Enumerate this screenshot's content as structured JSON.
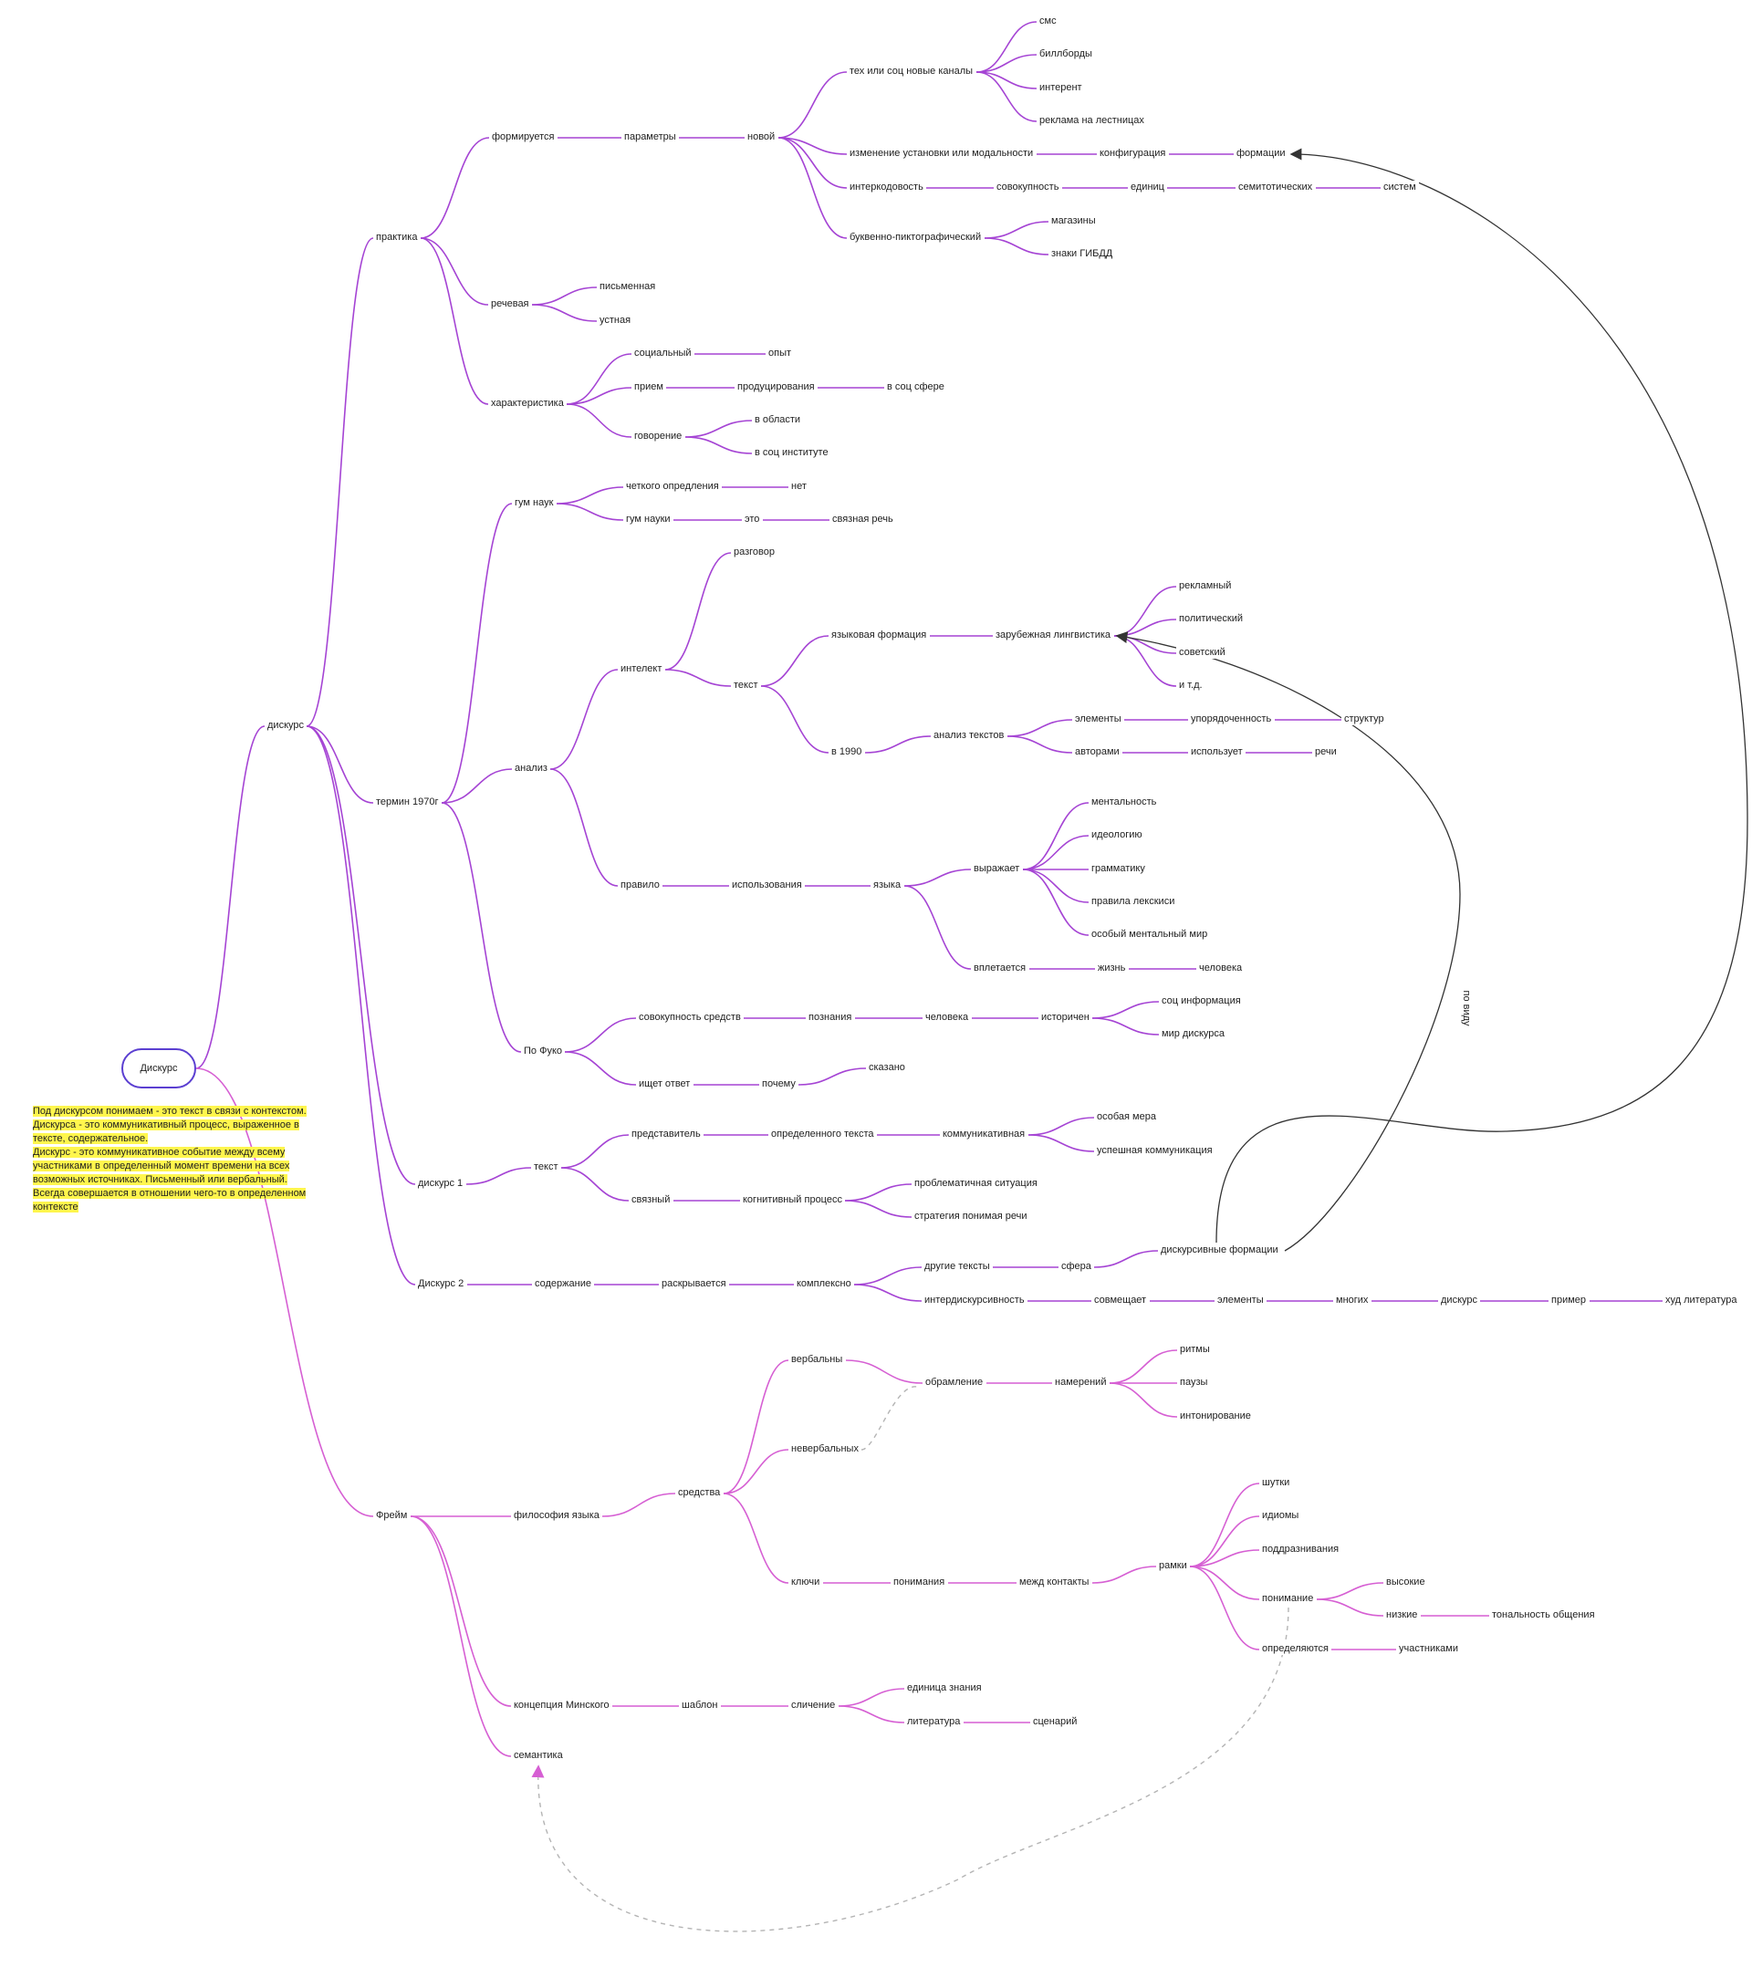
{
  "colors": {
    "discourse_branch": "#a544d4",
    "frame_branch": "#d65fd3",
    "root_border": "#5b3fd1",
    "note_highlight": "#fff64d",
    "connector": "#333333",
    "dashed_connector": "#b4b4b4"
  },
  "root": {
    "label": "Дискурс"
  },
  "note": {
    "lines": [
      "Под дискурсом понимаем - это текст в связи с контекстом.",
      "Дискурса - это коммуникативный процесс, выраженное в",
      "тексте, содержательное.",
      "Дискурс - это коммуникативное событие между всему",
      "участниками в определенный момент времени на всех",
      "возможных источниках. Письменный или вербальный.",
      "Всегда совершается в отношении чего-то в определенном",
      "контексте"
    ]
  },
  "nodes": [
    {
      "id": "diskurs",
      "label": "дискурс",
      "parent": "root",
      "branch": "d"
    },
    {
      "id": "praktika",
      "label": "практика",
      "parent": "diskurs",
      "branch": "d"
    },
    {
      "id": "formiruetsya",
      "label": "формируется",
      "parent": "praktika",
      "branch": "d"
    },
    {
      "id": "parametry",
      "label": "параметры",
      "parent": "formiruetsya",
      "branch": "d"
    },
    {
      "id": "novoy",
      "label": "новой",
      "parent": "parametry",
      "branch": "d"
    },
    {
      "id": "teh",
      "label": "тех или соц новые каналы",
      "parent": "novoy",
      "branch": "d"
    },
    {
      "id": "sms",
      "label": "смс",
      "parent": "teh",
      "branch": "d"
    },
    {
      "id": "billbordy",
      "label": "биллборды",
      "parent": "teh",
      "branch": "d"
    },
    {
      "id": "interent",
      "label": "интерент",
      "parent": "teh",
      "branch": "d"
    },
    {
      "id": "reklama_lest",
      "label": "реклама на лестницах",
      "parent": "teh",
      "branch": "d"
    },
    {
      "id": "izmenenie",
      "label": "изменение установки или модальности",
      "parent": "novoy",
      "branch": "d"
    },
    {
      "id": "konfiguraciya",
      "label": "конфигурация",
      "parent": "izmenenie",
      "branch": "d"
    },
    {
      "id": "formacii",
      "label": "формации",
      "parent": "konfiguraciya",
      "branch": "d"
    },
    {
      "id": "interkod",
      "label": "интеркодовость",
      "parent": "novoy",
      "branch": "d"
    },
    {
      "id": "sovokupnost1",
      "label": "совокупность",
      "parent": "interkod",
      "branch": "d"
    },
    {
      "id": "edinic",
      "label": "единиц",
      "parent": "sovokupnost1",
      "branch": "d"
    },
    {
      "id": "semiot",
      "label": "семитотических",
      "parent": "edinic",
      "branch": "d"
    },
    {
      "id": "sistem",
      "label": "систем",
      "parent": "semiot",
      "branch": "d"
    },
    {
      "id": "bukvenno",
      "label": "буквенно-пиктографический",
      "parent": "novoy",
      "branch": "d"
    },
    {
      "id": "magaziny",
      "label": "магазины",
      "parent": "bukvenno",
      "branch": "d"
    },
    {
      "id": "znaki",
      "label": "знаки ГИБДД",
      "parent": "bukvenno",
      "branch": "d"
    },
    {
      "id": "rechevaya",
      "label": "речевая",
      "parent": "praktika",
      "branch": "d"
    },
    {
      "id": "pismennaya",
      "label": "письменная",
      "parent": "rechevaya",
      "branch": "d"
    },
    {
      "id": "ustnaya",
      "label": "устная",
      "parent": "rechevaya",
      "branch": "d"
    },
    {
      "id": "harakter",
      "label": "характеристика",
      "parent": "praktika",
      "branch": "d"
    },
    {
      "id": "socialnyy",
      "label": "социальный",
      "parent": "harakter",
      "branch": "d"
    },
    {
      "id": "opyt",
      "label": "опыт",
      "parent": "socialnyy",
      "branch": "d"
    },
    {
      "id": "priem",
      "label": "прием",
      "parent": "harakter",
      "branch": "d"
    },
    {
      "id": "produc",
      "label": "продуцирования",
      "parent": "priem",
      "branch": "d"
    },
    {
      "id": "vsocsfere",
      "label": "в соц сфере",
      "parent": "produc",
      "branch": "d"
    },
    {
      "id": "govorenie",
      "label": "говорение",
      "parent": "harakter",
      "branch": "d"
    },
    {
      "id": "voblasti",
      "label": "в области",
      "parent": "govorenie",
      "branch": "d"
    },
    {
      "id": "vsocinst",
      "label": "в соц институте",
      "parent": "govorenie",
      "branch": "d"
    },
    {
      "id": "termin",
      "label": "термин 1970г",
      "parent": "diskurs",
      "branch": "d"
    },
    {
      "id": "gumnauk",
      "label": "гум наук",
      "parent": "termin",
      "branch": "d"
    },
    {
      "id": "chetkogo",
      "label": "четкого опредления",
      "parent": "gumnauk",
      "branch": "d"
    },
    {
      "id": "net",
      "label": "нет",
      "parent": "chetkogo",
      "branch": "d"
    },
    {
      "id": "gumnauki",
      "label": "гум науки",
      "parent": "gumnauk",
      "branch": "d"
    },
    {
      "id": "eto",
      "label": "это",
      "parent": "gumnauki",
      "branch": "d"
    },
    {
      "id": "svyaznaya",
      "label": "связная речь",
      "parent": "eto",
      "branch": "d"
    },
    {
      "id": "analiz",
      "label": "анализ",
      "parent": "termin",
      "branch": "d"
    },
    {
      "id": "intelekt",
      "label": "интелект",
      "parent": "analiz",
      "branch": "d"
    },
    {
      "id": "razgovor",
      "label": "разговор",
      "parent": "intelekt",
      "branch": "d"
    },
    {
      "id": "tekst_a",
      "label": "текст",
      "parent": "intelekt",
      "branch": "d"
    },
    {
      "id": "yazform",
      "label": "языковая формация",
      "parent": "tekst_a",
      "branch": "d"
    },
    {
      "id": "zarub",
      "label": "зарубежная лингвистика",
      "parent": "yazform",
      "branch": "d"
    },
    {
      "id": "reklamnyy",
      "label": "рекламный",
      "parent": "zarub",
      "branch": "d"
    },
    {
      "id": "politicheskiy",
      "label": "политический",
      "parent": "zarub",
      "branch": "d"
    },
    {
      "id": "sovetskiy",
      "label": "советский",
      "parent": "zarub",
      "branch": "d"
    },
    {
      "id": "itd",
      "label": "и т.д.",
      "parent": "zarub",
      "branch": "d"
    },
    {
      "id": "v1990",
      "label": "в 1990",
      "parent": "tekst_a",
      "branch": "d"
    },
    {
      "id": "analiztek",
      "label": "анализ текстов",
      "parent": "v1990",
      "branch": "d"
    },
    {
      "id": "elementy1",
      "label": "элементы",
      "parent": "analiztek",
      "branch": "d"
    },
    {
      "id": "uporyad",
      "label": "упорядоченность",
      "parent": "elementy1",
      "branch": "d"
    },
    {
      "id": "struktur",
      "label": "структур",
      "parent": "uporyad",
      "branch": "d"
    },
    {
      "id": "avtorami",
      "label": "авторами",
      "parent": "analiztek",
      "branch": "d"
    },
    {
      "id": "ispolzuet",
      "label": "использует",
      "parent": "avtorami",
      "branch": "d"
    },
    {
      "id": "rechi",
      "label": "речи",
      "parent": "ispolzuet",
      "branch": "d"
    },
    {
      "id": "pravilo",
      "label": "правило",
      "parent": "analiz",
      "branch": "d"
    },
    {
      "id": "ispolz",
      "label": "использования",
      "parent": "pravilo",
      "branch": "d"
    },
    {
      "id": "yazyka",
      "label": "языка",
      "parent": "ispolz",
      "branch": "d"
    },
    {
      "id": "vyrazhaet",
      "label": "выражает",
      "parent": "yazyka",
      "branch": "d"
    },
    {
      "id": "mentalnost",
      "label": "ментальность",
      "parent": "vyrazhaet",
      "branch": "d"
    },
    {
      "id": "ideologiyu",
      "label": "идеологию",
      "parent": "vyrazhaet",
      "branch": "d"
    },
    {
      "id": "grammatiku",
      "label": "грамматику",
      "parent": "vyrazhaet",
      "branch": "d"
    },
    {
      "id": "pravila",
      "label": "правила лекскиси",
      "parent": "vyrazhaet",
      "branch": "d"
    },
    {
      "id": "osobyy",
      "label": "особый ментальный мир",
      "parent": "vyrazhaet",
      "branch": "d"
    },
    {
      "id": "vpletaetsya",
      "label": "вплетается",
      "parent": "yazyka",
      "branch": "d"
    },
    {
      "id": "zhizn",
      "label": "жизнь",
      "parent": "vpletaetsya",
      "branch": "d"
    },
    {
      "id": "cheloveka1",
      "label": "человека",
      "parent": "zhizn",
      "branch": "d"
    },
    {
      "id": "pofuko",
      "label": "По Фуко",
      "parent": "termin",
      "branch": "d"
    },
    {
      "id": "sovsredstv",
      "label": "совокупность средств",
      "parent": "pofuko",
      "branch": "d"
    },
    {
      "id": "poznaniya",
      "label": "познания",
      "parent": "sovsredstv",
      "branch": "d"
    },
    {
      "id": "cheloveka2",
      "label": "человека",
      "parent": "poznaniya",
      "branch": "d"
    },
    {
      "id": "istorichen",
      "label": "историчен",
      "parent": "cheloveka2",
      "branch": "d"
    },
    {
      "id": "socinfo",
      "label": "соц информация",
      "parent": "istorichen",
      "branch": "d"
    },
    {
      "id": "mirdisk",
      "label": "мир дискурса",
      "parent": "istorichen",
      "branch": "d"
    },
    {
      "id": "ishchet",
      "label": "ищет ответ",
      "parent": "pofuko",
      "branch": "d"
    },
    {
      "id": "pochemu",
      "label": "почему",
      "parent": "ishchet",
      "branch": "d"
    },
    {
      "id": "skazano",
      "label": "сказано",
      "parent": "pochemu",
      "branch": "d"
    },
    {
      "id": "diskurs1",
      "label": "дискурс 1",
      "parent": "diskurs",
      "branch": "d"
    },
    {
      "id": "tekst_d1",
      "label": "текст",
      "parent": "diskurs1",
      "branch": "d"
    },
    {
      "id": "predstavitel",
      "label": "представитель",
      "parent": "tekst_d1",
      "branch": "d"
    },
    {
      "id": "opredtek",
      "label": "определенного текста",
      "parent": "predstavitel",
      "branch": "d"
    },
    {
      "id": "kommunik",
      "label": "коммуникативная",
      "parent": "opredtek",
      "branch": "d"
    },
    {
      "id": "osobmera",
      "label": "особая мера",
      "parent": "kommunik",
      "branch": "d"
    },
    {
      "id": "uspkom",
      "label": "успешная коммуникация",
      "parent": "kommunik",
      "branch": "d"
    },
    {
      "id": "svyaznyy",
      "label": "связный",
      "parent": "tekst_d1",
      "branch": "d"
    },
    {
      "id": "kognit",
      "label": "когнитивный процесс",
      "parent": "svyaznyy",
      "branch": "d"
    },
    {
      "id": "problem",
      "label": "проблематичная ситуация",
      "parent": "kognit",
      "branch": "d"
    },
    {
      "id": "strategiya",
      "label": "стратегия понимая речи",
      "parent": "kognit",
      "branch": "d"
    },
    {
      "id": "diskurs2",
      "label": "Дискурс 2",
      "parent": "diskurs",
      "branch": "d"
    },
    {
      "id": "soderzhanie",
      "label": "содержание",
      "parent": "diskurs2",
      "branch": "d"
    },
    {
      "id": "raskryv",
      "label": "раскрывается",
      "parent": "soderzhanie",
      "branch": "d"
    },
    {
      "id": "kompleksno",
      "label": "комплексно",
      "parent": "raskryv",
      "branch": "d"
    },
    {
      "id": "drugie",
      "label": "другие тексты",
      "parent": "kompleksno",
      "branch": "d"
    },
    {
      "id": "sfera",
      "label": "сфера",
      "parent": "drugie",
      "branch": "d"
    },
    {
      "id": "diskform",
      "label": "дискурсивные формации",
      "parent": "sfera",
      "branch": "d"
    },
    {
      "id": "interdisk",
      "label": "интердискурсивность",
      "parent": "kompleksno",
      "branch": "d"
    },
    {
      "id": "sovmeshchaet",
      "label": "совмещает",
      "parent": "interdisk",
      "branch": "d"
    },
    {
      "id": "elementy2",
      "label": "элементы",
      "parent": "sovmeshchaet",
      "branch": "d"
    },
    {
      "id": "mnogih",
      "label": "многих",
      "parent": "elementy2",
      "branch": "d"
    },
    {
      "id": "diskurs_m",
      "label": "дискурс",
      "parent": "mnogih",
      "branch": "d"
    },
    {
      "id": "primer",
      "label": "пример",
      "parent": "diskurs_m",
      "branch": "d"
    },
    {
      "id": "hud",
      "label": "худ литература",
      "parent": "primer",
      "branch": "d"
    },
    {
      "id": "freym",
      "label": "Фрейм",
      "parent": "root",
      "branch": "f"
    },
    {
      "id": "filosof",
      "label": "философия языка",
      "parent": "freym",
      "branch": "f"
    },
    {
      "id": "sredstva",
      "label": "средства",
      "parent": "filosof",
      "branch": "f"
    },
    {
      "id": "verbalnye",
      "label": "вербальны",
      "parent": "sredstva",
      "branch": "f"
    },
    {
      "id": "obramlenie",
      "label": "обрамление",
      "parent": "verbalnye",
      "branch": "f"
    },
    {
      "id": "namereniy",
      "label": "намерений",
      "parent": "obramlenie",
      "branch": "f"
    },
    {
      "id": "ritmy",
      "label": "ритмы",
      "parent": "namereniy",
      "branch": "f"
    },
    {
      "id": "pauzy",
      "label": "паузы",
      "parent": "namereniy",
      "branch": "f"
    },
    {
      "id": "intonir",
      "label": "интонирование",
      "parent": "namereniy",
      "branch": "f"
    },
    {
      "id": "neverbal",
      "label": "невербальных",
      "parent": "sredstva",
      "branch": "f"
    },
    {
      "id": "klyuchi",
      "label": "ключи",
      "parent": "sredstva",
      "branch": "f"
    },
    {
      "id": "ponimaniya",
      "label": "понимания",
      "parent": "klyuchi",
      "branch": "f"
    },
    {
      "id": "mezhkont",
      "label": "межд контакты",
      "parent": "ponimaniya",
      "branch": "f"
    },
    {
      "id": "ramki",
      "label": "рамки",
      "parent": "mezhkont",
      "branch": "f"
    },
    {
      "id": "shutki",
      "label": "шутки",
      "parent": "ramki",
      "branch": "f"
    },
    {
      "id": "idiomy",
      "label": "идиомы",
      "parent": "ramki",
      "branch": "f"
    },
    {
      "id": "podrazn",
      "label": "поддразнивания",
      "parent": "ramki",
      "branch": "f"
    },
    {
      "id": "ponimanie",
      "label": "понимание",
      "parent": "ramki",
      "branch": "f"
    },
    {
      "id": "vysokie",
      "label": "высокие",
      "parent": "ponimanie",
      "branch": "f"
    },
    {
      "id": "nizkie",
      "label": "низкие",
      "parent": "ponimanie",
      "branch": "f"
    },
    {
      "id": "tonalnost",
      "label": "тональность общения",
      "parent": "nizkie",
      "branch": "f"
    },
    {
      "id": "opredelyay",
      "label": "определяются",
      "parent": "ramki",
      "branch": "f"
    },
    {
      "id": "uchastn",
      "label": "участниками",
      "parent": "opredelyay",
      "branch": "f"
    },
    {
      "id": "konc",
      "label": "концепция Минского",
      "parent": "freym",
      "branch": "f"
    },
    {
      "id": "shablon",
      "label": "шаблон",
      "parent": "konc",
      "branch": "f"
    },
    {
      "id": "slichenie",
      "label": "сличение",
      "parent": "shablon",
      "branch": "f"
    },
    {
      "id": "edznan",
      "label": "единица знания",
      "parent": "slichenie",
      "branch": "f"
    },
    {
      "id": "literatura",
      "label": "литература",
      "parent": "slichenie",
      "branch": "f"
    },
    {
      "id": "scenariy",
      "label": "сценарий",
      "parent": "literatura",
      "branch": "f"
    },
    {
      "id": "semantika",
      "label": "семантика",
      "parent": "freym",
      "branch": "f"
    }
  ],
  "cross_links": [
    {
      "from": "diskform",
      "to": "formacii",
      "style": "solid",
      "label": ""
    },
    {
      "from": "diskform",
      "to": "zarub",
      "style": "solid",
      "label": "по виду"
    },
    {
      "from": "neverbal",
      "to": "obramlenie",
      "style": "dashed",
      "label": ""
    },
    {
      "from": "ponimanie",
      "to": "semantika",
      "style": "dashed",
      "label": ""
    }
  ]
}
